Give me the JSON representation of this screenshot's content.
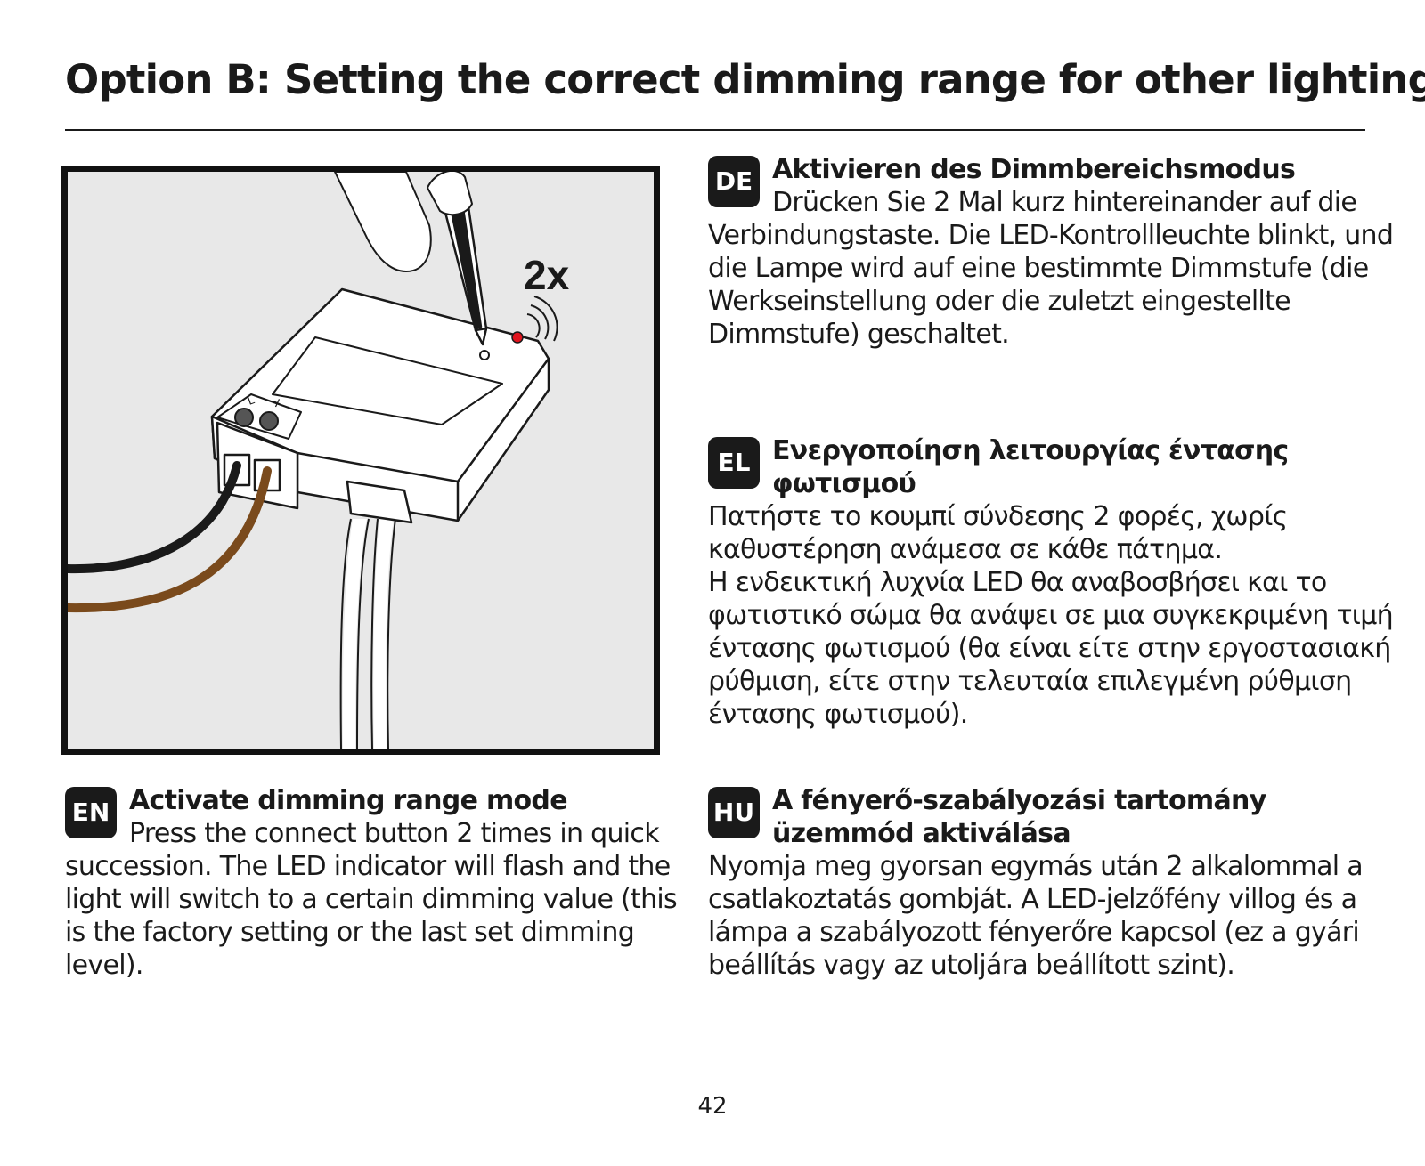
{
  "page": {
    "title": "Option B: Setting the correct dimming range for other lighting",
    "page_number": "42"
  },
  "figure": {
    "press_count_label": "2x",
    "terminal_labels": [
      "L",
      "✕"
    ],
    "colors": {
      "wire_black": "#1a1a1a",
      "wire_brown": "#7a4a1c",
      "led_red": "#e0141e",
      "background": "#e8e8e8"
    }
  },
  "sections": {
    "de": {
      "badge": "DE",
      "heading": "Aktivieren des Dimmbereichsmodus",
      "body": "Drücken Sie 2 Mal kurz hintereinander auf die Verbindungstaste. Die LED-Kontrollleuchte blinkt, und die Lampe wird auf eine bestimmte Dimmstufe (die Werkseinstellung oder die zuletzt eingestellte Dimmstufe) geschaltet."
    },
    "el": {
      "badge": "EL",
      "heading": "Ενεργοποίηση λειτουργίας έντασης φωτισμού",
      "body_1": "Πατήστε το κουμπί σύνδεσης 2 φορές, χωρίς καθυστέρηση ανάμεσα σε κάθε πάτημα.",
      "body_2": "Η ενδεικτική λυχνία LED θα αναβοσβήσει και το φωτιστικό σώμα θα ανάψει σε μια συγκεκριμένη τιμή έντασης φωτισμού (θα είναι είτε στην εργοστασιακή ρύθμιση, είτε στην τελευταία επιλεγμένη ρύθμιση έντασης φωτισμού)."
    },
    "en": {
      "badge": "EN",
      "heading": "Activate dimming range mode",
      "body": "Press the connect button 2 times in quick succession. The LED indicator will flash and the light will switch to a certain dimming value (this is the factory setting or the last set dimming level)."
    },
    "hu": {
      "badge": "HU",
      "heading": "A fényerő-szabályozási tartomány üzemmód aktiválása",
      "body": "Nyomja meg gyorsan egymás után 2 alkalommal a csatlakoztatás gombját. A LED-jelzőfény villog és a lámpa a szabályozott fényerőre kapcsol (ez a gyári beállítás vagy az utoljára beállított szint)."
    }
  }
}
